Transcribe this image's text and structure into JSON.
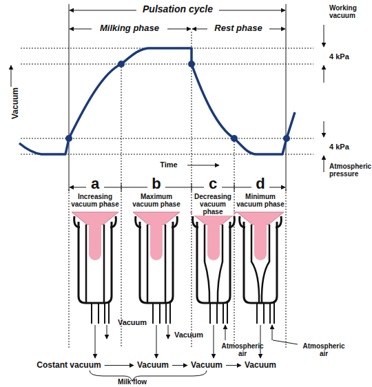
{
  "diagram": {
    "nodes": [
      {
        "text": [
          "Costant vacuum"
        ]
      },
      {
        "text": [
          "Vacuum"
        ]
      },
      {
        "text": [
          "Vacuum"
        ]
      },
      {
        "text": [
          "Vacuum"
        ]
      }
    ],
    "edges": [
      {
        "from": 0,
        "to": 1,
        "arrow": "to"
      },
      {
        "from": 1,
        "to": 2,
        "arrow": "to"
      },
      {
        "from": 2,
        "to": 3,
        "arrow": "to"
      }
    ],
    "labels": [
      "Pulsation cycle",
      "Working vacuum",
      "Milking phase",
      "Rest phase",
      "4 kPa",
      "4 kPa",
      "Vacuum",
      "Time",
      "Atmospheric pressure",
      "a",
      "b",
      "c",
      "d",
      "Increasing vacuum phase",
      "Maximum vacuum phase",
      "Decreasing vacuum phase",
      "Minimum vacuum phase",
      "Vacuum",
      "Vacuum",
      "Atmospheric air",
      "Atmospheric air",
      "Milk flow"
    ]
  }
}
